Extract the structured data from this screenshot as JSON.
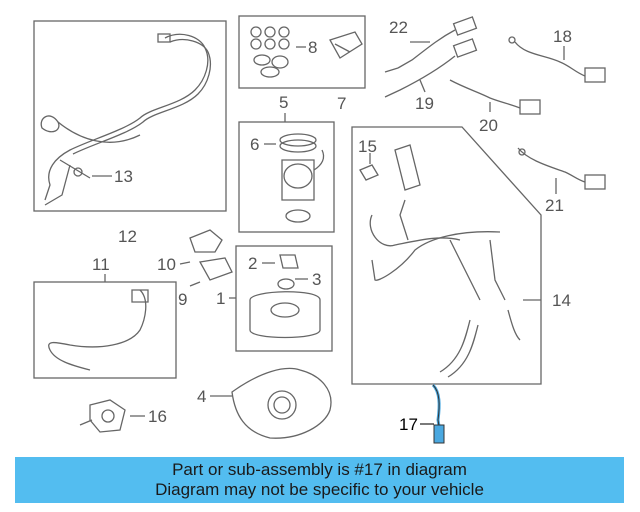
{
  "callouts": {
    "c1": "1",
    "c2": "2",
    "c3": "3",
    "c4": "4",
    "c5": "5",
    "c6": "6",
    "c7": "7",
    "c8": "8",
    "c9": "9",
    "c10": "10",
    "c11": "11",
    "c12": "12",
    "c13": "13",
    "c14": "14",
    "c15": "15",
    "c16": "16",
    "c17": "17",
    "c18": "18",
    "c19": "19",
    "c20": "20",
    "c21": "21",
    "c22": "22"
  },
  "highlighted_part": "17",
  "banner": {
    "line1": "Part or sub-assembly is #17 in diagram",
    "line2": "Diagram may not be specific to your vehicle"
  },
  "colors": {
    "banner_bg": "#53bdf0",
    "highlight": "#4aa8e0",
    "line_art": "#666666"
  }
}
